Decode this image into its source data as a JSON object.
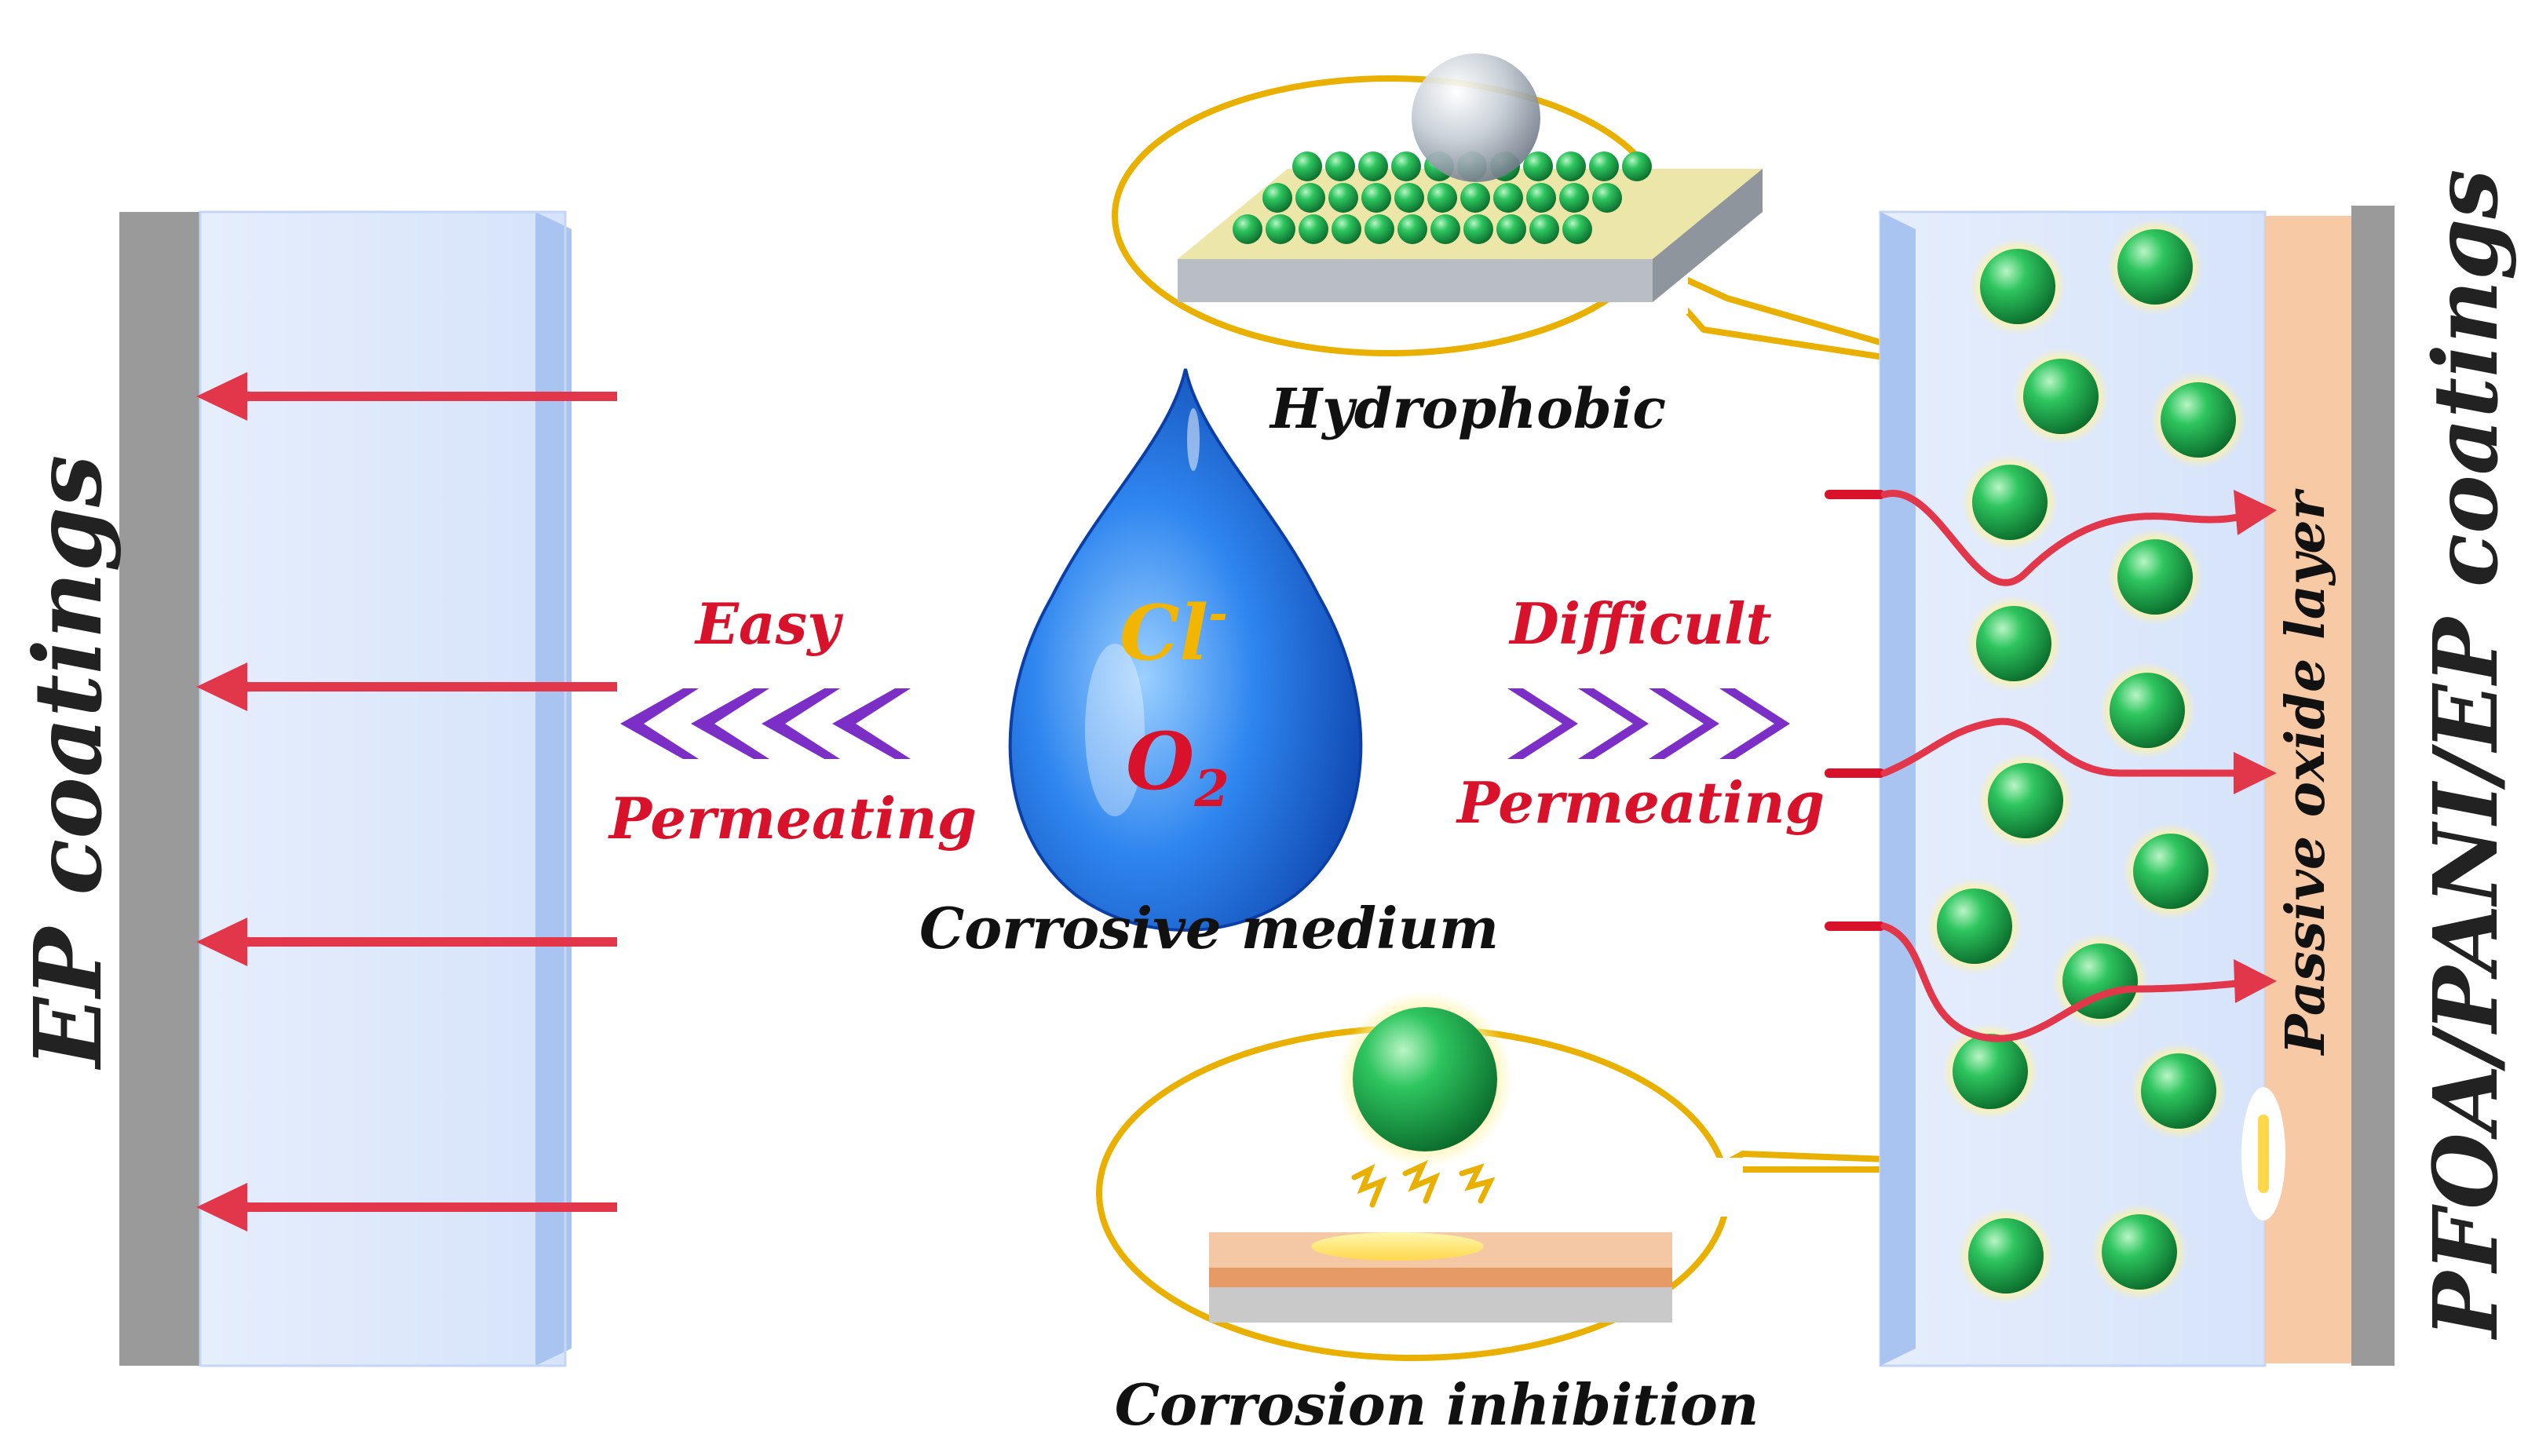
{
  "labels": {
    "left_title": "EP coatings",
    "right_title": "PFOA/PANI/EP coatings",
    "easy": "Easy",
    "permeating_left": "Permeating",
    "difficult": "Difficult",
    "permeating_right": "Permeating",
    "cl_base": "Cl",
    "cl_sup": "-",
    "o2_base": "O",
    "o2_sub": "2",
    "corrosive_medium": "Corrosive medium",
    "hydrophobic": "Hydrophobic",
    "corrosion_inhibition": "Corrosion inhibition",
    "passive_oxide_layer": "Passive oxide layer"
  },
  "colors": {
    "red": "#d9122b",
    "arrow_red": "#e2364b",
    "purple": "#7b2fc6",
    "drop_blue": "#2f6fe0",
    "coating_blue": "#dbe7fb",
    "coating_edge": "#9fbcec",
    "metal_gray": "#9a9a9a",
    "oxide_orange": "#f7c9a5",
    "callout_gold": "#e9b000",
    "sphere_green": "#19a84c",
    "cl_yellow": "#f2b500"
  }
}
